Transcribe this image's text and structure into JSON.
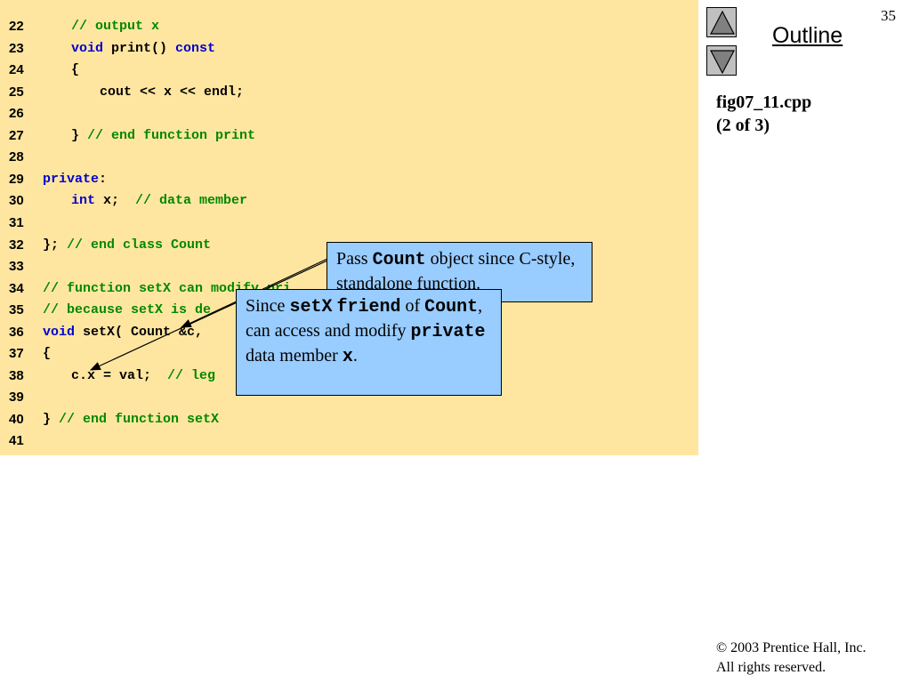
{
  "page_number": "35",
  "outline_label": "Outline",
  "figure": {
    "filename": "fig07_11.cpp",
    "part": "(2 of 3)"
  },
  "code_lines": [
    {
      "no": "22",
      "indent": 1,
      "parts": [
        {
          "t": "// output x",
          "k": "cm"
        }
      ]
    },
    {
      "no": "23",
      "indent": 1,
      "parts": [
        {
          "t": "void",
          "k": "kw"
        },
        {
          "t": " print() ",
          "k": ""
        },
        {
          "t": "const",
          "k": "kw"
        }
      ]
    },
    {
      "no": "24",
      "indent": 1,
      "parts": [
        {
          "t": "{",
          "k": ""
        }
      ]
    },
    {
      "no": "25",
      "indent": 2,
      "parts": [
        {
          "t": "cout << x << endl;",
          "k": ""
        }
      ]
    },
    {
      "no": "26",
      "indent": 0,
      "parts": []
    },
    {
      "no": "27",
      "indent": 1,
      "parts": [
        {
          "t": "} ",
          "k": ""
        },
        {
          "t": "// end function print",
          "k": "cm"
        }
      ]
    },
    {
      "no": "28",
      "indent": 0,
      "parts": []
    },
    {
      "no": "29",
      "indent": 0,
      "parts": [
        {
          "t": "private",
          "k": "kw"
        },
        {
          "t": ":",
          "k": ""
        }
      ]
    },
    {
      "no": "30",
      "indent": 1,
      "parts": [
        {
          "t": "int",
          "k": "kw"
        },
        {
          "t": " x;  ",
          "k": ""
        },
        {
          "t": "// data member",
          "k": "cm"
        }
      ]
    },
    {
      "no": "31",
      "indent": 0,
      "parts": []
    },
    {
      "no": "32",
      "indent": 0,
      "parts": [
        {
          "t": "}; ",
          "k": ""
        },
        {
          "t": "// end class Count",
          "k": "cm"
        }
      ]
    },
    {
      "no": "33",
      "indent": 0,
      "parts": []
    },
    {
      "no": "34",
      "indent": 0,
      "parts": [
        {
          "t": "// function setX can modify pri",
          "k": "cm"
        }
      ]
    },
    {
      "no": "35",
      "indent": 0,
      "parts": [
        {
          "t": "// because setX is de",
          "k": "cm"
        }
      ]
    },
    {
      "no": "36",
      "indent": 0,
      "parts": [
        {
          "t": "void",
          "k": "kw"
        },
        {
          "t": " setX( Count &c,",
          "k": ""
        }
      ]
    },
    {
      "no": "37",
      "indent": 0,
      "parts": [
        {
          "t": "{",
          "k": ""
        }
      ]
    },
    {
      "no": "38",
      "indent": 1,
      "parts": [
        {
          "t": "c.x = val;  ",
          "k": ""
        },
        {
          "t": "// leg",
          "k": "cm"
        }
      ]
    },
    {
      "no": "39",
      "indent": 0,
      "parts": []
    },
    {
      "no": "40",
      "indent": 0,
      "parts": [
        {
          "t": "} ",
          "k": ""
        },
        {
          "t": "// end function setX",
          "k": "cm"
        }
      ]
    },
    {
      "no": "41",
      "indent": 0,
      "parts": []
    }
  ],
  "callout_1": {
    "pre": "Pass ",
    "code": "Count",
    "post": " object since C-style, standalone function."
  },
  "callout_2": {
    "a": "Since ",
    "b": "setX",
    "c": " ",
    "d": "friend",
    "e": " of ",
    "f": "Count",
    "g": ", can access and modify ",
    "h": "private",
    "i": " data member ",
    "j": "x",
    "k": "."
  },
  "copyright": {
    "line1": "© 2003 Prentice Hall, Inc.",
    "line2": "All rights reserved."
  },
  "colors": {
    "code_bg": "#ffe6a0",
    "keyword": "#0000cc",
    "comment": "#008800",
    "callout_bg": "#99ccff",
    "nav_button": "#c0c0c0"
  },
  "icons": {
    "prev": "up-triangle-icon",
    "next": "down-triangle-icon"
  }
}
